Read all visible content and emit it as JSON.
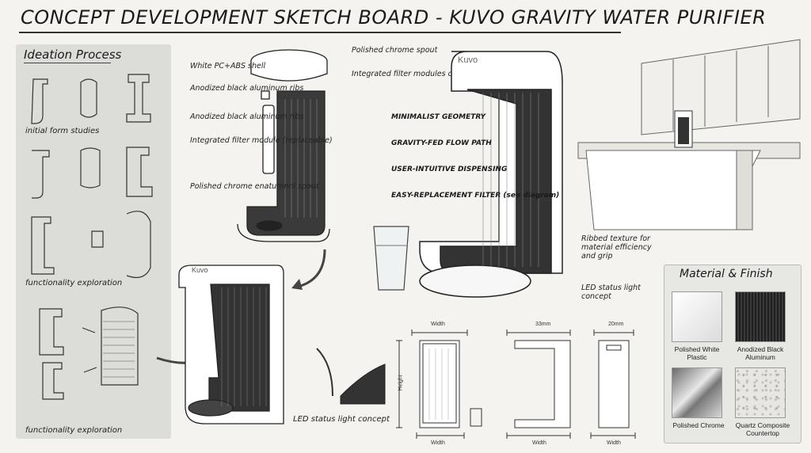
{
  "header": {
    "title": "CONCEPT DEVELOPMENT SKETCH BOARD - KUVO GRAVITY WATER PURIFIER"
  },
  "ideation": {
    "title": "Ideation Process",
    "captions": [
      "initial form studies",
      "functionality exploration",
      "functionality exploration"
    ]
  },
  "exploded": {
    "labels": [
      "White PC+ABS shell",
      "Anodized black aluminum ribs",
      "Anodized black aluminum ribs",
      "Integrated filter module (replaceable)",
      "Polished chrome enatumnnl spout",
      "Polished chrome spout",
      "Integrated filter modules connect (cllagram)"
    ]
  },
  "brand": "Kuvo",
  "hero": {
    "labels": [
      "MINIMALIST GEOMETRY",
      "GRAVITY-FED FLOW PATH",
      "USER-INTUITIVE DISPENSING",
      "EASY-REPLACEMENT FILTER (see diagram)"
    ],
    "right_labels": [
      "Ribbed texture for material efficiency and grip",
      "LED status light concept"
    ]
  },
  "small_render": {
    "label": "LED status light concept"
  },
  "dimensions": {
    "labels": [
      "Width",
      "Height",
      "Width",
      "33mm",
      "Width",
      "20mm",
      "Width"
    ]
  },
  "materials": {
    "title": "Material & Finish",
    "items": [
      {
        "name": "Polished White Plastic",
        "color": "#f2f2f2"
      },
      {
        "name": "Anodized Black Aluminum",
        "color": "#2a2a2a"
      },
      {
        "name": "Polished Chrome",
        "color": "#9a9a9a"
      },
      {
        "name": "Quartz Composite Countertop",
        "color": "#e4e2dd"
      }
    ]
  }
}
